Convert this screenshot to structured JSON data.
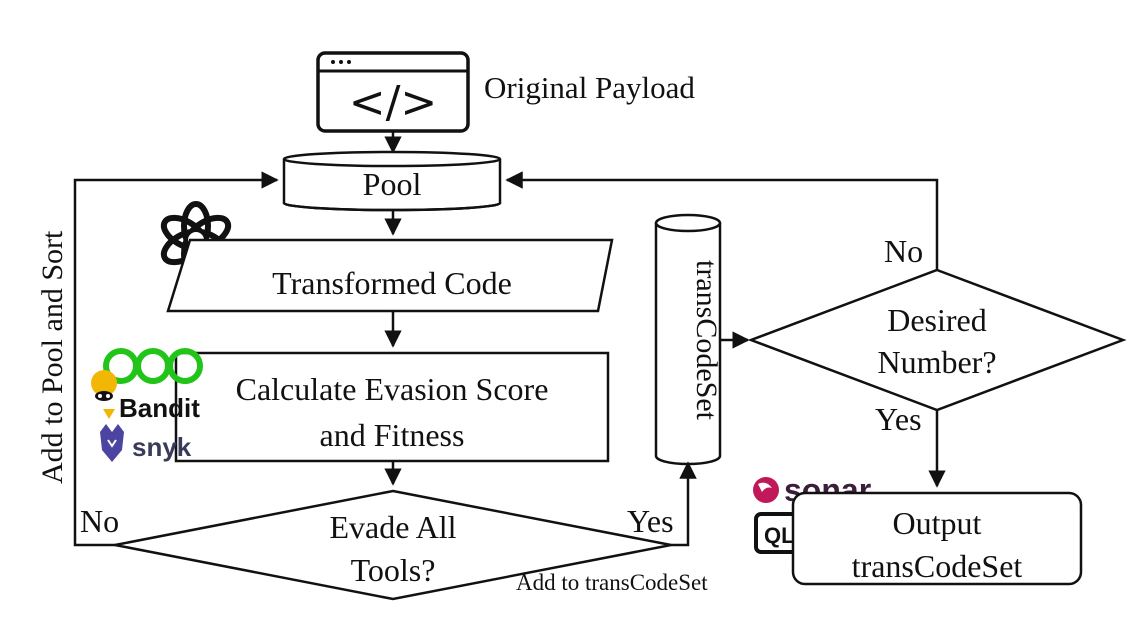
{
  "nodes": {
    "payload": "Original Payload",
    "payload_glyph": "</>",
    "pool": "Pool",
    "transformed": "Transformed Code",
    "calc_line1": "Calculate Evasion Score",
    "calc_line2": "and Fitness",
    "evade_line1": "Evade All",
    "evade_line2": "Tools?",
    "transcodeset": "transCodeSet",
    "desired_line1": "Desired",
    "desired_line2": "Number?",
    "output_line1": "Output",
    "output_line2": "transCodeSet"
  },
  "edges": {
    "add_pool_sort": "Add to Pool and Sort",
    "no_left": "No",
    "yes_evade": "Yes",
    "add_transcodeset": "Add to transCodeSet",
    "no_desired": "No",
    "yes_desired": "Yes"
  },
  "logos": {
    "openai": "openai-logo",
    "codeql_mark": "ql-logo",
    "bandit": "Bandit",
    "snyk": "snyk",
    "sonar": "sonar",
    "ql": "QL"
  },
  "colors": {
    "line": "#111111",
    "bandit_green": "#22c41a",
    "bandit_yellow": "#f2b705",
    "snyk_purple": "#4b45a1",
    "sonar_magenta": "#c1185a",
    "sonar_dark": "#3b1f3a"
  }
}
